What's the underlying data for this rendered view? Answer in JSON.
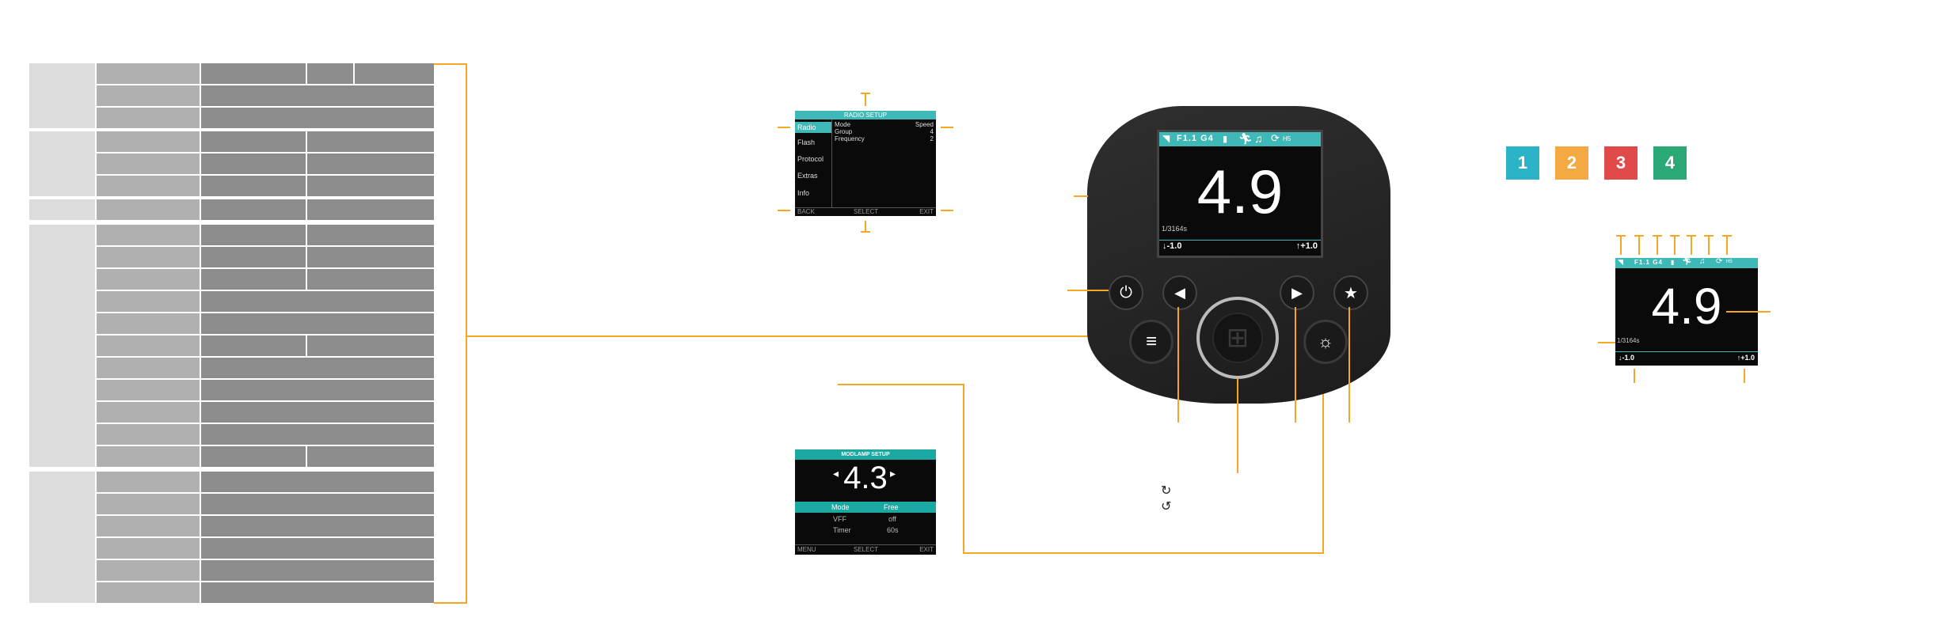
{
  "radio_setup": {
    "title": "RADIO SETUP",
    "menu": [
      "Radio",
      "Flash",
      "Protocol",
      "Extras",
      "Info"
    ],
    "rows": [
      {
        "label": "Mode",
        "value": "Speed"
      },
      {
        "label": "Group",
        "value": "4"
      },
      {
        "label": "Frequency",
        "value": "2"
      }
    ],
    "footer": {
      "left": "BACK",
      "center": "SELECT",
      "right": "EXIT"
    }
  },
  "modlamp_setup": {
    "title": "MODLAMP SETUP",
    "value": "4.3",
    "rows": [
      {
        "label": "Mode",
        "value": "Free"
      },
      {
        "label": "VFF",
        "value": "off"
      },
      {
        "label": "Timer",
        "value": "60s"
      }
    ],
    "footer": {
      "left": "MENU",
      "center": "SELECT",
      "right": "EXIT"
    }
  },
  "device": {
    "status_text": "F1.1 G4",
    "status_right": "H5",
    "power_value": "4.9",
    "shutter": "1/3164s",
    "left_comp": "↓-1.0",
    "right_comp": "↑+1.0"
  },
  "small_screen": {
    "status_text": "F1.1 G4",
    "status_right": "H5",
    "power_value": "4.9",
    "shutter": "1/3164s",
    "left_comp": "↓-1.0",
    "right_comp": "↑+1.0"
  },
  "badges": [
    {
      "label": "1",
      "color": "#2bb3c8"
    },
    {
      "label": "2",
      "color": "#f5a942"
    },
    {
      "label": "3",
      "color": "#e04a4a"
    },
    {
      "label": "4",
      "color": "#2aa876"
    }
  ],
  "rotate_icons": [
    "rotate-cw-icon",
    "rotate-ccw-icon"
  ],
  "colors": {
    "accent": "#f5a623",
    "screen_teal": "#3fb8b8"
  }
}
